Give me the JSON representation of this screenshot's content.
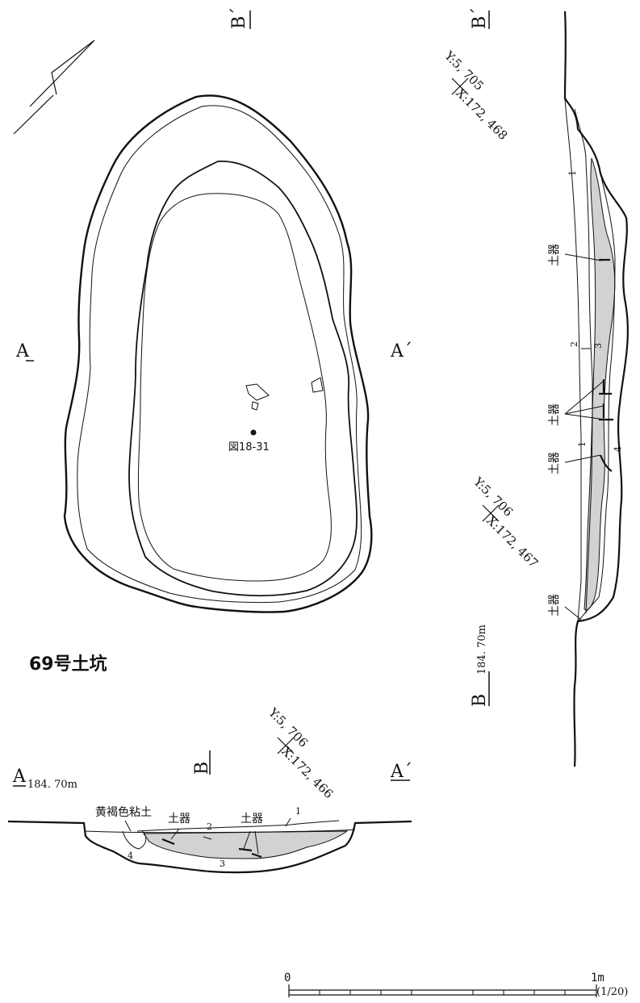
{
  "title": "69号土坑",
  "plan": {
    "section_label_a": "A",
    "section_label_a_prime": "A´",
    "section_label_b_prime": "B´",
    "sample_point_label": "図18-31",
    "coord_upper": {
      "y": "Y:5, 705",
      "x": "X:172, 468"
    }
  },
  "profile_ab": {
    "label_a": "A",
    "label_a_prime": "A´",
    "label_b": "B",
    "elevation": "184. 70m",
    "coord": {
      "y": "Y:5, 706",
      "x": "X:172, 466"
    },
    "annotations": [
      "黄褐色粘土",
      "土器",
      "土器"
    ],
    "layers": [
      "1",
      "2",
      "3",
      "4"
    ]
  },
  "profile_b": {
    "label_b_prime": "B´",
    "label_b": "B",
    "elevation": "184. 70m",
    "coord": {
      "y": "Y:5, 706",
      "x": "X:172, 467"
    },
    "annotations": [
      "土器",
      "土器",
      "土器",
      "土器"
    ],
    "layers": [
      "1",
      "2",
      "3",
      "1",
      "4"
    ]
  },
  "scale": {
    "start": "0",
    "end": "1m",
    "ratio": "(1/20)"
  },
  "colors": {
    "fill_layer3": "#d2d2d2",
    "ink": "#111111"
  }
}
